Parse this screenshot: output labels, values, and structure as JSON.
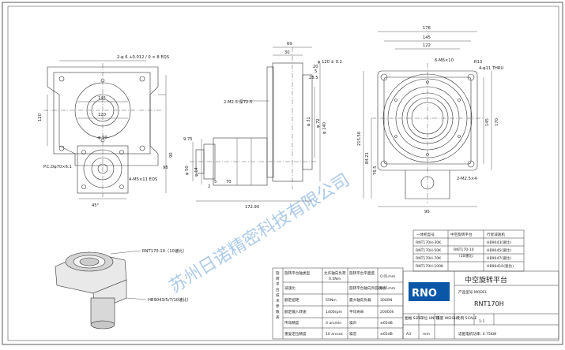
{
  "views": {
    "front": {
      "dims": {
        "top_hole": "2-φ 6 +0.012 / 0 × 8 EQS",
        "width_145": "145",
        "dia_120": "120",
        "dia_50": "φ 50",
        "height_120": "120",
        "height_90": "90",
        "height_98": "98",
        "pcd": "P.C.Dφ70×6.1",
        "m5_holes": "4-M5×11 EQS",
        "angle": "45°"
      }
    },
    "side": {
      "dims": {
        "top_69": "69",
        "top_30": "30",
        "d20": "20",
        "len_5": "5",
        "d28_5": "28.5",
        "d120": "φ 120 ± 0.2",
        "m2_5": "2-M2.5 深72.5",
        "d140": "φ 140",
        "d72": "φ 72",
        "d31": "φ 31",
        "dim_9_75": "9.75",
        "d50": "φ 50",
        "d14": "φ 14",
        "d70": "70",
        "left_5": "5",
        "left_2": "2",
        "len_172_90": "172.90"
      }
    },
    "top": {
      "dims": {
        "w176": "176",
        "w145": "145",
        "w122": "122",
        "m6": "6-M6×10",
        "r13": "R13",
        "m11": "4-φ11 THRU",
        "h145": "145",
        "h170": "170",
        "h84_21": "84.21",
        "h76_5": "76.5",
        "h215_56": "215.56",
        "m2_5x4": "2-M2.5×4",
        "w90": "90"
      }
    },
    "iso": {
      "callout1": "RNT170-10（10速比）",
      "callout2": "HB9043/5/7/10速比）"
    }
  },
  "watermark": "苏州日诺精密科技有限公司",
  "model_table": {
    "headers": [
      "一体机型号",
      "中空旋转平台",
      "行星减速机"
    ],
    "rows": [
      {
        "model": "RNT170H-30K",
        "reducer": "HB9043(速比)"
      },
      {
        "model": "RNT170H-50K",
        "reducer": "HB9045(速比)"
      },
      {
        "model": "RNT170H-70K",
        "reducer": "HB9047(速比)"
      },
      {
        "model": "RNT170H-100K",
        "reducer": "HB90410(速比)"
      }
    ],
    "platform": "RNT170-10",
    "platform_sub": "（10速比）"
  },
  "params_table": {
    "side_title": "旋转平台技术参数表",
    "headers": [
      "旋转平台轴类型",
      "允许轴向负荷",
      "0.5Nm",
      "旋转平台平面度",
      "0.01mm"
    ],
    "rows": [
      [
        "减速比",
        "",
        "",
        "旋转平台轴向外圆跳动",
        "0.01mm"
      ],
      [
        "额定扭矩",
        "55Nm",
        "",
        "最大轴向负载",
        "3000N"
      ],
      [
        "额定输入转速",
        "1400rpm",
        "",
        "平均寿命",
        "20000h"
      ],
      [
        "传动精度",
        "3 arcmin",
        "",
        "噪声",
        "≤65dB"
      ],
      [
        "重复定位精度",
        "10 arcsec",
        "",
        "噪音",
        "≤65dB"
      ]
    ]
  },
  "title_block": {
    "logo": "RNO",
    "product_name": "中空旋转平台",
    "model_label": "产品型号 MODEL",
    "model": "RNT170H",
    "size_label": "图幅 SIZE",
    "size": "A3",
    "units_label": "单位 UNITS",
    "units": "mm",
    "weight_label": "重量 WEIGHT",
    "scale_label": "比例 SCALE",
    "scale": "1:1",
    "motor_label": "适配电机功率: 0.75KW"
  }
}
